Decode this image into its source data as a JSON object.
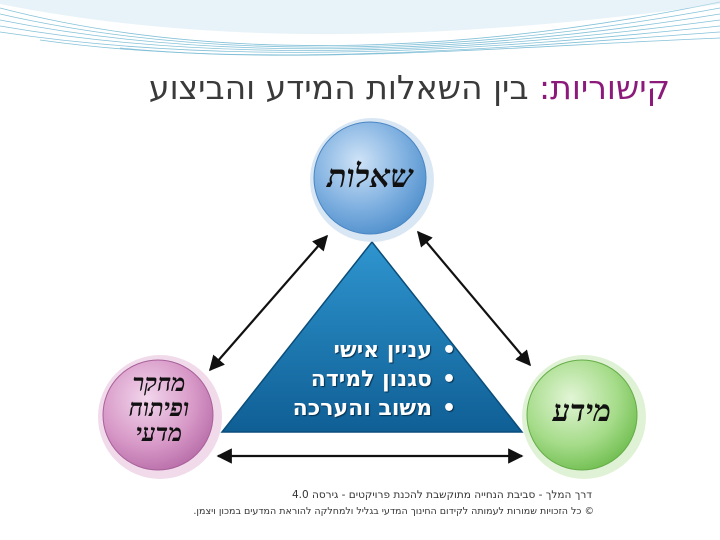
{
  "title": {
    "lead": "קישוריות:",
    "rest": "בין השאלות המידע והביצוע"
  },
  "diagram": {
    "top_circle": {
      "label": "שאלות",
      "color": "#5b9bd5"
    },
    "left_circle": {
      "lines": [
        "מחקר",
        "ופיתוח",
        "מדעי"
      ],
      "color": "#c87fb8"
    },
    "right_circle": {
      "label": "מידע",
      "color": "#8ccf6a"
    },
    "triangle": {
      "color": "#1c7bb5",
      "bullets": [
        "עניין אישי",
        "סגנון למידה",
        "משוב והערכה"
      ]
    },
    "arrows": [
      "top-left",
      "top-right",
      "bottom"
    ]
  },
  "footer": {
    "line1": "דרך המלך - סביבת הנחייה מתוקשבת להכנת פרויקטים - גירסה 4.0",
    "line2": "כל הזכויות שמורות לעמותה לקידום החינוך המדעי בגליל ולמחלקה להוראת המדעים במכון ויצמן.",
    "copyright_symbol": "©"
  },
  "colors": {
    "title_lead": "#8b1a7a",
    "title_rest": "#3a3a3a",
    "deco_lines": "#66b2cf"
  }
}
